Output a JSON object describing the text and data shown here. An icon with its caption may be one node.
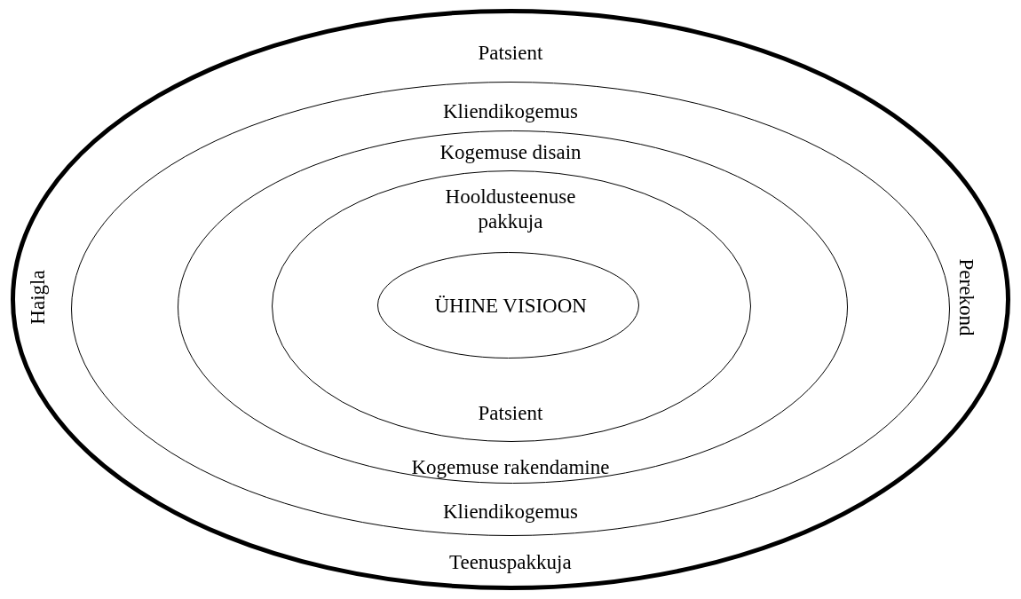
{
  "diagram": {
    "nodes": [
      {
        "text": [
          "Patsient",
          "Haigla",
          "Perekond",
          "Teenuspakkuja"
        ]
      },
      {
        "text": [
          "Kliendikogemus",
          "Kliendikogemus"
        ],
        "in": 0
      },
      {
        "text": [
          "Kogemuse disain",
          "Kogemuse rakendamine"
        ],
        "in": 1
      },
      {
        "text": [
          "Hooldusteenuse pakkuja",
          "Patsient"
        ],
        "in": 2
      },
      {
        "text": [
          "ÜHINE VISIOON"
        ],
        "in": 3
      }
    ]
  }
}
